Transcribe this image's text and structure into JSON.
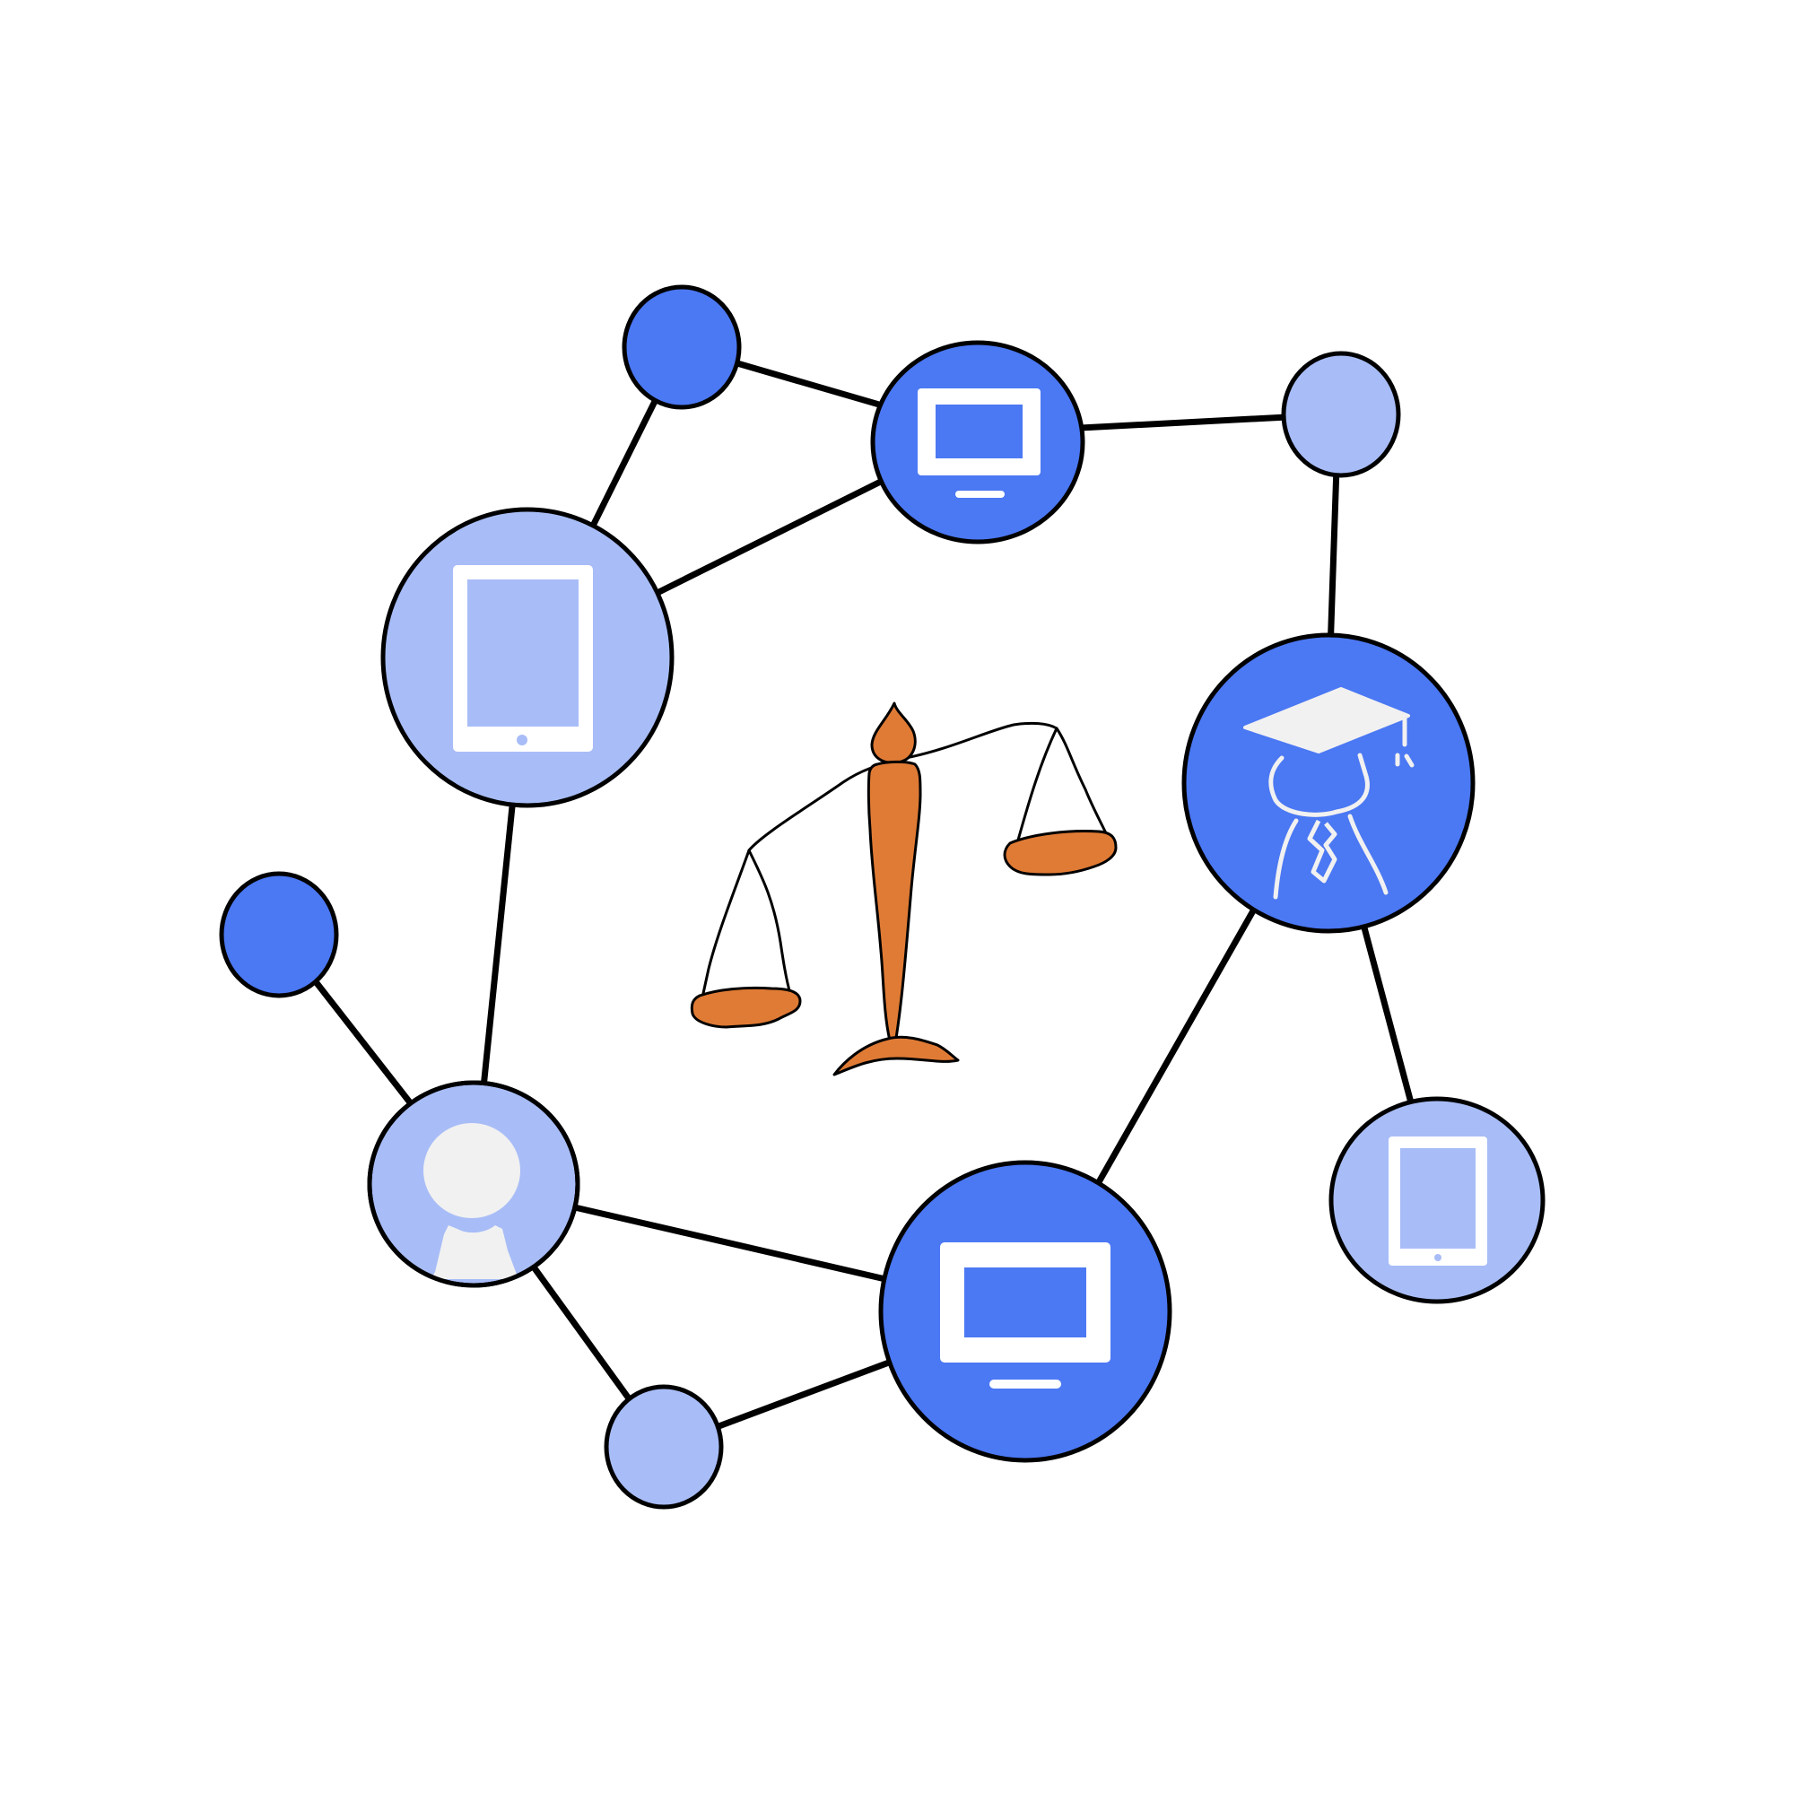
{
  "colors": {
    "dark_blue": "#4b78f3",
    "light_blue": "#a8bdf7",
    "icon_light": "#f1f1f1",
    "scale_orange": "#e07b35",
    "line": "#000000",
    "background": "#ffffff"
  },
  "diagram": {
    "central_icon": "scales-of-justice-icon",
    "nodes": [
      {
        "id": "n1",
        "fill": "dark_blue",
        "icon": null
      },
      {
        "id": "n2",
        "fill": "dark_blue",
        "icon": "desktop-monitor-icon"
      },
      {
        "id": "n3",
        "fill": "light_blue",
        "icon": null
      },
      {
        "id": "n4",
        "fill": "light_blue",
        "icon": "tablet-icon"
      },
      {
        "id": "n5",
        "fill": "dark_blue",
        "icon": "graduation-cap-icon"
      },
      {
        "id": "n6",
        "fill": "dark_blue",
        "icon": null
      },
      {
        "id": "n7",
        "fill": "light_blue",
        "icon": "user-avatar-icon"
      },
      {
        "id": "n8",
        "fill": "light_blue",
        "icon": "tablet-icon"
      },
      {
        "id": "n9",
        "fill": "dark_blue",
        "icon": "desktop-monitor-icon"
      },
      {
        "id": "n10",
        "fill": "light_blue",
        "icon": null
      }
    ],
    "edges": [
      [
        "n1",
        "n2"
      ],
      [
        "n1",
        "n4"
      ],
      [
        "n4",
        "n2"
      ],
      [
        "n2",
        "n3"
      ],
      [
        "n3",
        "n5"
      ],
      [
        "n5",
        "n8"
      ],
      [
        "n5",
        "n9"
      ],
      [
        "n4",
        "n7"
      ],
      [
        "n6",
        "n7"
      ],
      [
        "n7",
        "n9"
      ],
      [
        "n7",
        "n10"
      ],
      [
        "n10",
        "n9"
      ]
    ]
  }
}
